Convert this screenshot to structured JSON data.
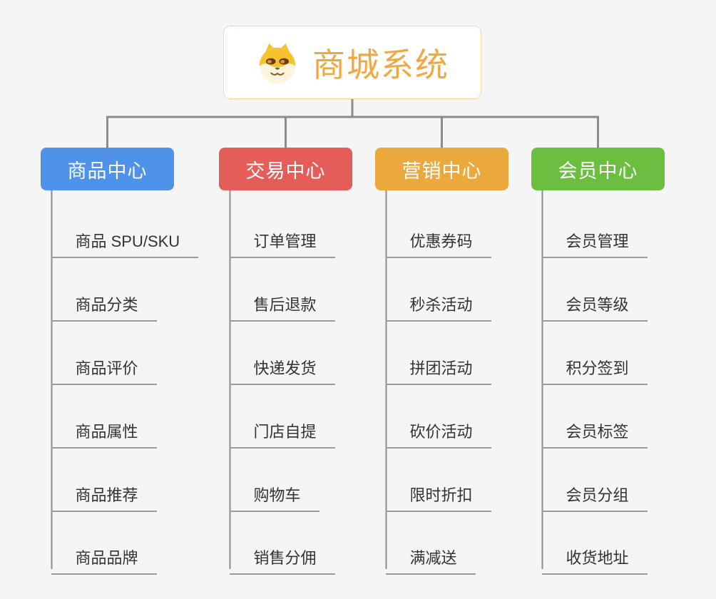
{
  "root": {
    "title": "商城系统",
    "icon": "shiba-dog-icon"
  },
  "branches": [
    {
      "id": "product-center",
      "label": "商品中心",
      "color": "#4E93E9",
      "children": [
        "商品 SPU/SKU",
        "商品分类",
        "商品评价",
        "商品属性",
        "商品推荐",
        "商品品牌"
      ]
    },
    {
      "id": "trade-center",
      "label": "交易中心",
      "color": "#E45D59",
      "children": [
        "订单管理",
        "售后退款",
        "快递发货",
        "门店自提",
        "购物车",
        "销售分佣"
      ]
    },
    {
      "id": "marketing-center",
      "label": "营销中心",
      "color": "#EBA83C",
      "children": [
        "优惠券码",
        "秒杀活动",
        "拼团活动",
        "砍价活动",
        "限时折扣",
        "满减送"
      ]
    },
    {
      "id": "member-center",
      "label": "会员中心",
      "color": "#6CBE3E",
      "children": [
        "会员管理",
        "会员等级",
        "积分签到",
        "会员标签",
        "会员分组",
        "收货地址"
      ]
    }
  ],
  "colors": {
    "background": "#F5F5F5",
    "accent": "#F0A843",
    "root_border": "#F3B35B",
    "connector": "#8C8C8C",
    "leaf_line": "#9B9B9B",
    "leaf_text": "#333333",
    "branch_text": "#FFFFFF"
  }
}
